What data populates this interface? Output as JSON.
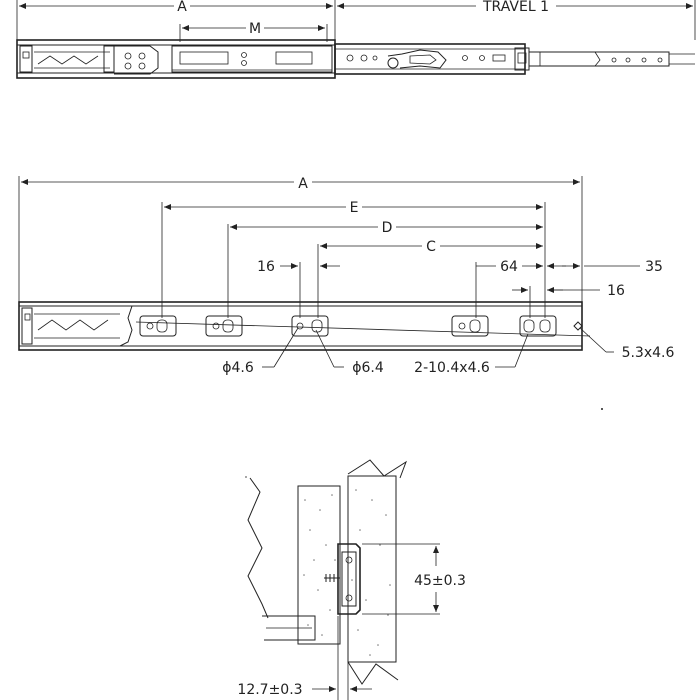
{
  "top_view": {
    "dim_a": "A",
    "dim_m": "M",
    "dim_travel": "TRAVEL 1"
  },
  "side_view": {
    "dim_a": "A",
    "dim_e": "E",
    "dim_d": "D",
    "dim_c": "C",
    "dim_16_left": "16",
    "dim_64": "64",
    "dim_35": "35",
    "dim_16_right": "16",
    "hole_46": "ϕ4.6",
    "hole_64": "ϕ6.4",
    "slot_2x": "2-10.4x4.6",
    "slot_end": "5.3x4.6"
  },
  "section_view": {
    "height_dim": "45±0.3",
    "gap_dim": "12.7±0.3"
  }
}
